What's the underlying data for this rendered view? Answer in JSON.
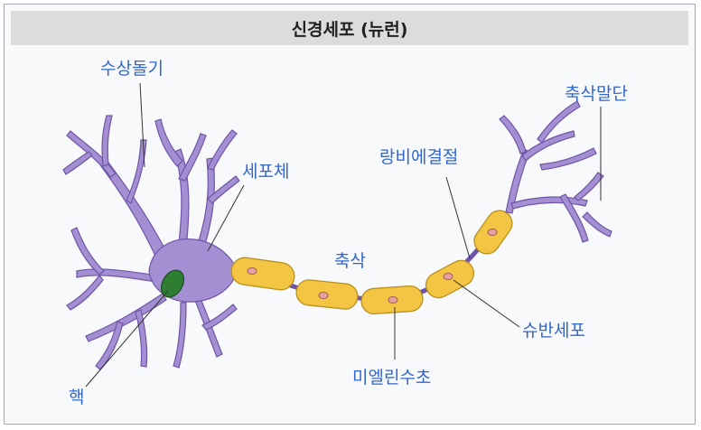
{
  "title": "신경세포 (뉴런)",
  "labels": {
    "dendrite": "수상돌기",
    "cell_body": "세포체",
    "nucleus": "핵",
    "axon": "축삭",
    "node_of_ranvier": "랑비에결절",
    "axon_terminal": "축삭말단",
    "schwann_cell": "슈반세포",
    "myelin_sheath": "미엘린수초"
  },
  "colors": {
    "label": "#3366cc",
    "neuron": "#a48fd2",
    "neuron_outline": "#6f55a8",
    "nucleus": "#2e7d32",
    "myelin": "#f4c542",
    "myelin_outline": "#b8901e",
    "schwann_nucleus": "#e8a0a0",
    "title_bg": "#dcdcdc"
  }
}
